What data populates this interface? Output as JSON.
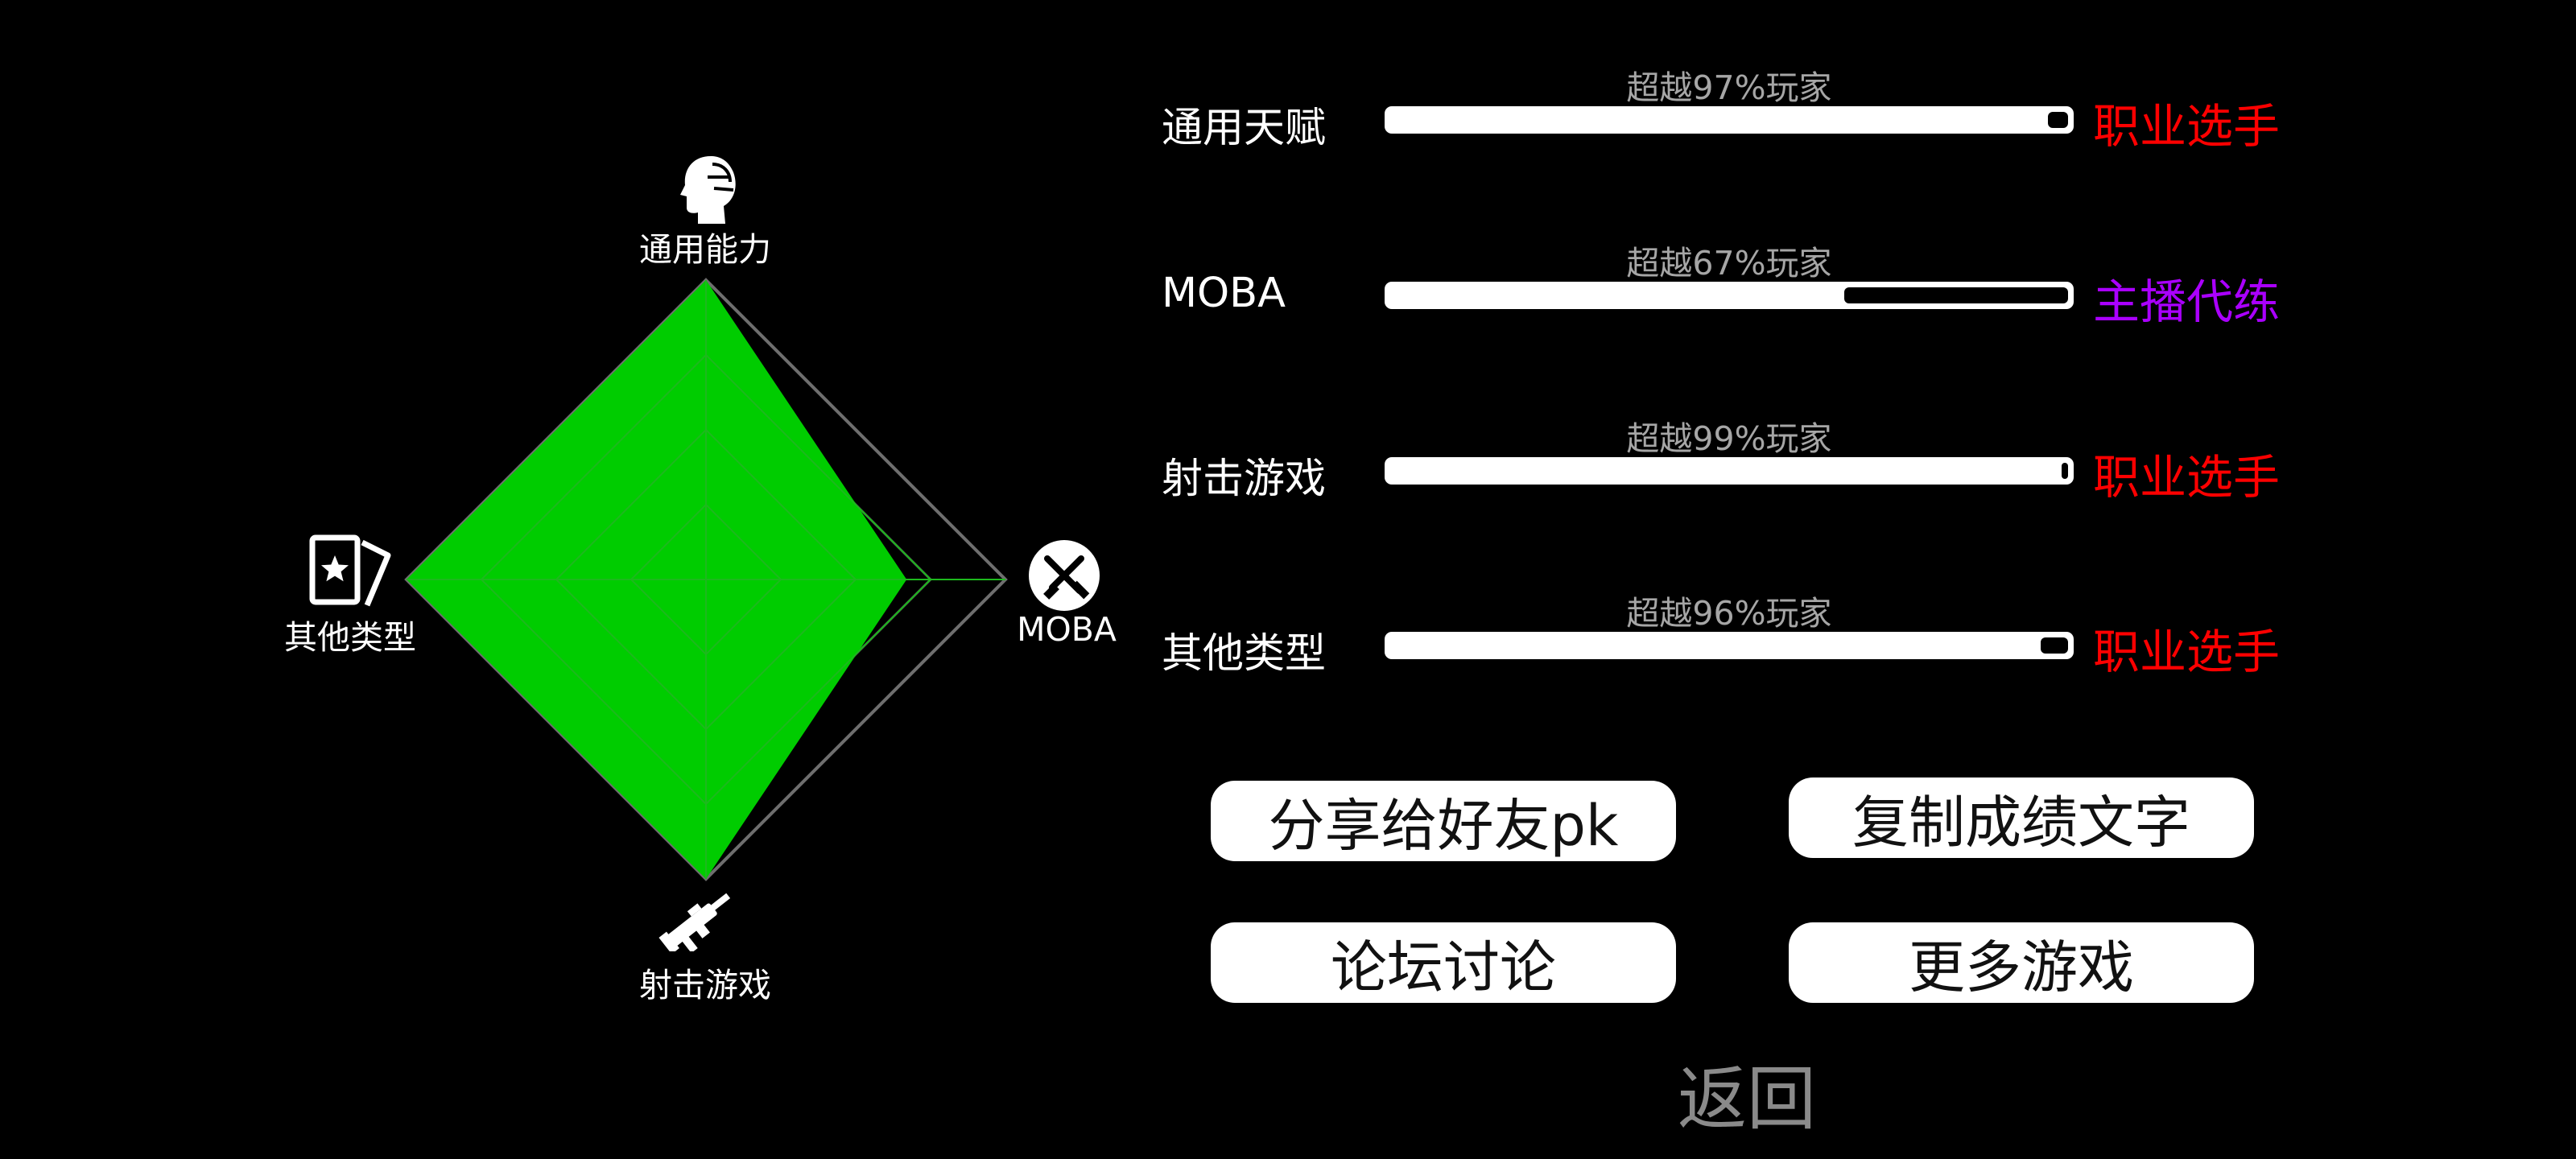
{
  "radar": {
    "axes": [
      {
        "label": "通用能力",
        "icon": "head-icon",
        "value": 1.0
      },
      {
        "label": "MOBA",
        "icon": "sword-icon",
        "value": 0.67
      },
      {
        "label": "射击游戏",
        "icon": "gun-icon",
        "value": 1.0
      },
      {
        "label": "其他类型",
        "icon": "card-icon",
        "value": 1.0
      }
    ],
    "fill_color": "#00cc00",
    "grid_color": "#1db91d",
    "outline_color": "#6e6e6e"
  },
  "rows": [
    {
      "name": "通用天赋",
      "percentile": "超越97%玩家",
      "fill": 0.97,
      "rank": "职业选手",
      "rank_color": "#ff0000"
    },
    {
      "name": "MOBA",
      "percentile": "超越67%玩家",
      "fill": 0.67,
      "rank": "主播代练",
      "rank_color": "#aa00ff"
    },
    {
      "name": "射击游戏",
      "percentile": "超越99%玩家",
      "fill": 0.99,
      "rank": "职业选手",
      "rank_color": "#ff0000"
    },
    {
      "name": "其他类型",
      "percentile": "超越96%玩家",
      "fill": 0.96,
      "rank": "职业选手",
      "rank_color": "#ff0000"
    }
  ],
  "buttons": {
    "share": "分享给好友pk",
    "copy": "复制成绩文字",
    "forum": "论坛讨论",
    "more": "更多游戏"
  },
  "back": "返回"
}
